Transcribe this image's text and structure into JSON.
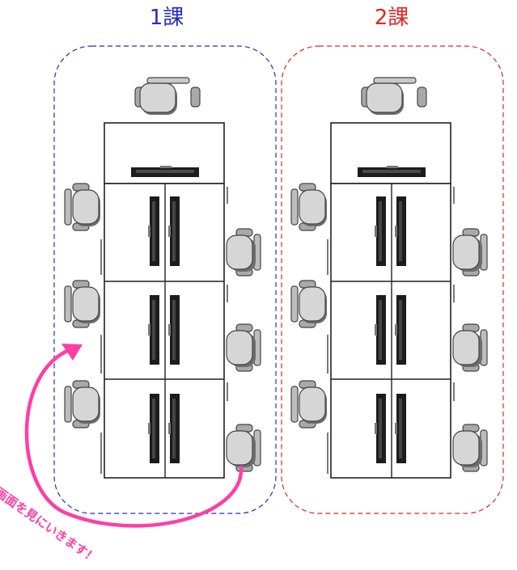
{
  "teams": [
    {
      "label": "1課",
      "color": "#2929c7"
    },
    {
      "label": "2課",
      "color": "#e52420"
    }
  ],
  "note": {
    "text": "画面を見にいきます！",
    "color": "#ff3fa4"
  },
  "icons": {
    "chair": "office-chair-icon",
    "monitor": "monitor-icon"
  }
}
